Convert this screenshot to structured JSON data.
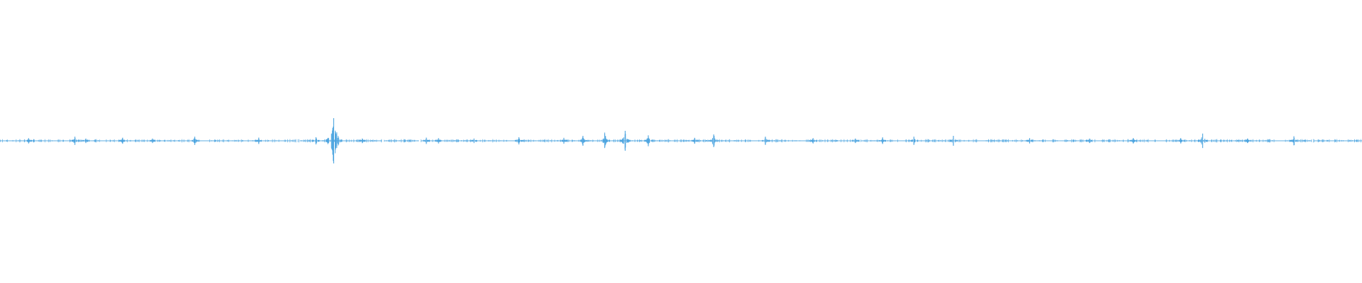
{
  "waveform": {
    "color": "#4aa3df",
    "background": "#ffffff",
    "amplitude_peak": 1.0,
    "silence_gaps": [
      0.15,
      0.376,
      0.554,
      0.662,
      0.852
    ],
    "peaks": [
      {
        "pos": 0.021,
        "amp": 0.12
      },
      {
        "pos": 0.055,
        "amp": 0.18
      },
      {
        "pos": 0.063,
        "amp": 0.1
      },
      {
        "pos": 0.09,
        "amp": 0.13
      },
      {
        "pos": 0.112,
        "amp": 0.1
      },
      {
        "pos": 0.143,
        "amp": 0.18
      },
      {
        "pos": 0.19,
        "amp": 0.14
      },
      {
        "pos": 0.232,
        "amp": 0.16
      },
      {
        "pos": 0.245,
        "amp": 1.0
      },
      {
        "pos": 0.266,
        "amp": 0.1
      },
      {
        "pos": 0.313,
        "amp": 0.14
      },
      {
        "pos": 0.322,
        "amp": 0.12
      },
      {
        "pos": 0.348,
        "amp": 0.1
      },
      {
        "pos": 0.381,
        "amp": 0.16
      },
      {
        "pos": 0.414,
        "amp": 0.13
      },
      {
        "pos": 0.428,
        "amp": 0.22
      },
      {
        "pos": 0.444,
        "amp": 0.32
      },
      {
        "pos": 0.459,
        "amp": 0.44
      },
      {
        "pos": 0.476,
        "amp": 0.24
      },
      {
        "pos": 0.51,
        "amp": 0.13
      },
      {
        "pos": 0.524,
        "amp": 0.28
      },
      {
        "pos": 0.562,
        "amp": 0.18
      },
      {
        "pos": 0.597,
        "amp": 0.12
      },
      {
        "pos": 0.628,
        "amp": 0.1
      },
      {
        "pos": 0.648,
        "amp": 0.14
      },
      {
        "pos": 0.671,
        "amp": 0.18
      },
      {
        "pos": 0.7,
        "amp": 0.22
      },
      {
        "pos": 0.756,
        "amp": 0.12
      },
      {
        "pos": 0.8,
        "amp": 0.1
      },
      {
        "pos": 0.832,
        "amp": 0.12
      },
      {
        "pos": 0.867,
        "amp": 0.12
      },
      {
        "pos": 0.883,
        "amp": 0.32
      },
      {
        "pos": 0.916,
        "amp": 0.1
      },
      {
        "pos": 0.95,
        "amp": 0.2
      }
    ]
  }
}
